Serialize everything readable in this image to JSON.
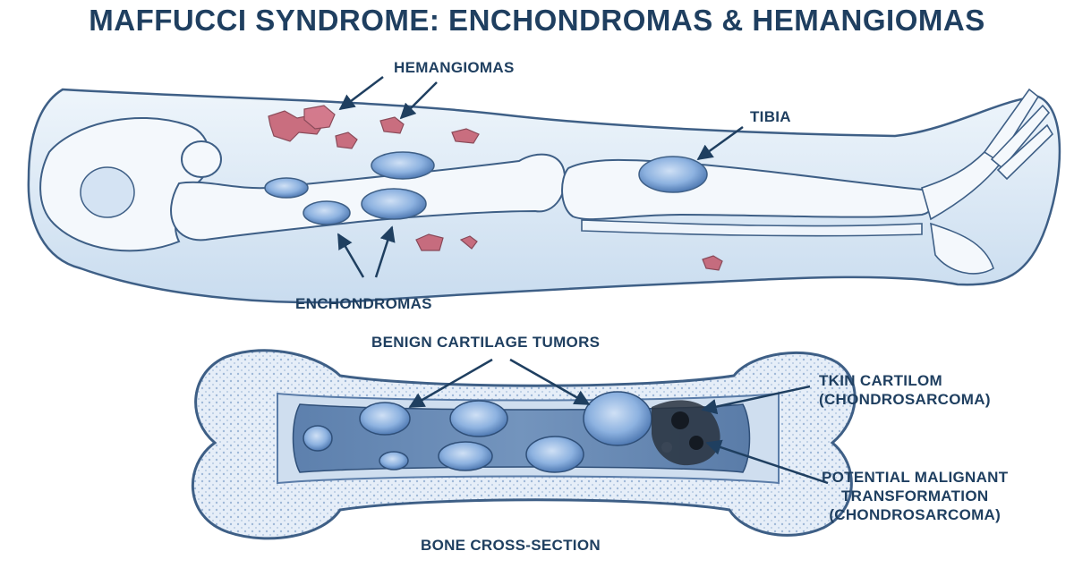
{
  "title": "MAFFUCCI SYNDROME: ENCHONDROMAS & HEMANGIOMAS",
  "labels": {
    "hemangiomas": "HEMANGIOMAS",
    "tibia": "TIBIA",
    "enchondromas": "ENCHONDROMAS",
    "benign_cartilage_tumors": "BENIGN CARTILAGE TUMORS",
    "tkin_cartilom_line1": "TKIN CARTILOM",
    "tkin_cartilom_line2": "(CHONDROSARCOMA)",
    "malignant_line1": "POTENTIAL MALIGNANT",
    "malignant_line2": "TRANSFORMATION",
    "malignant_line3": "(CHONDROSARCOMA)",
    "bone_cross_section": "BONE CROSS-SECTION"
  },
  "colors": {
    "title": "#1f3f60",
    "skin": "#dbe9f6",
    "bone": "#f4f8fc",
    "tumor": "#7fa6d6",
    "hemangioma": "#c4586a",
    "marrow": "#5f82b0",
    "malignant": "#2a3440"
  }
}
